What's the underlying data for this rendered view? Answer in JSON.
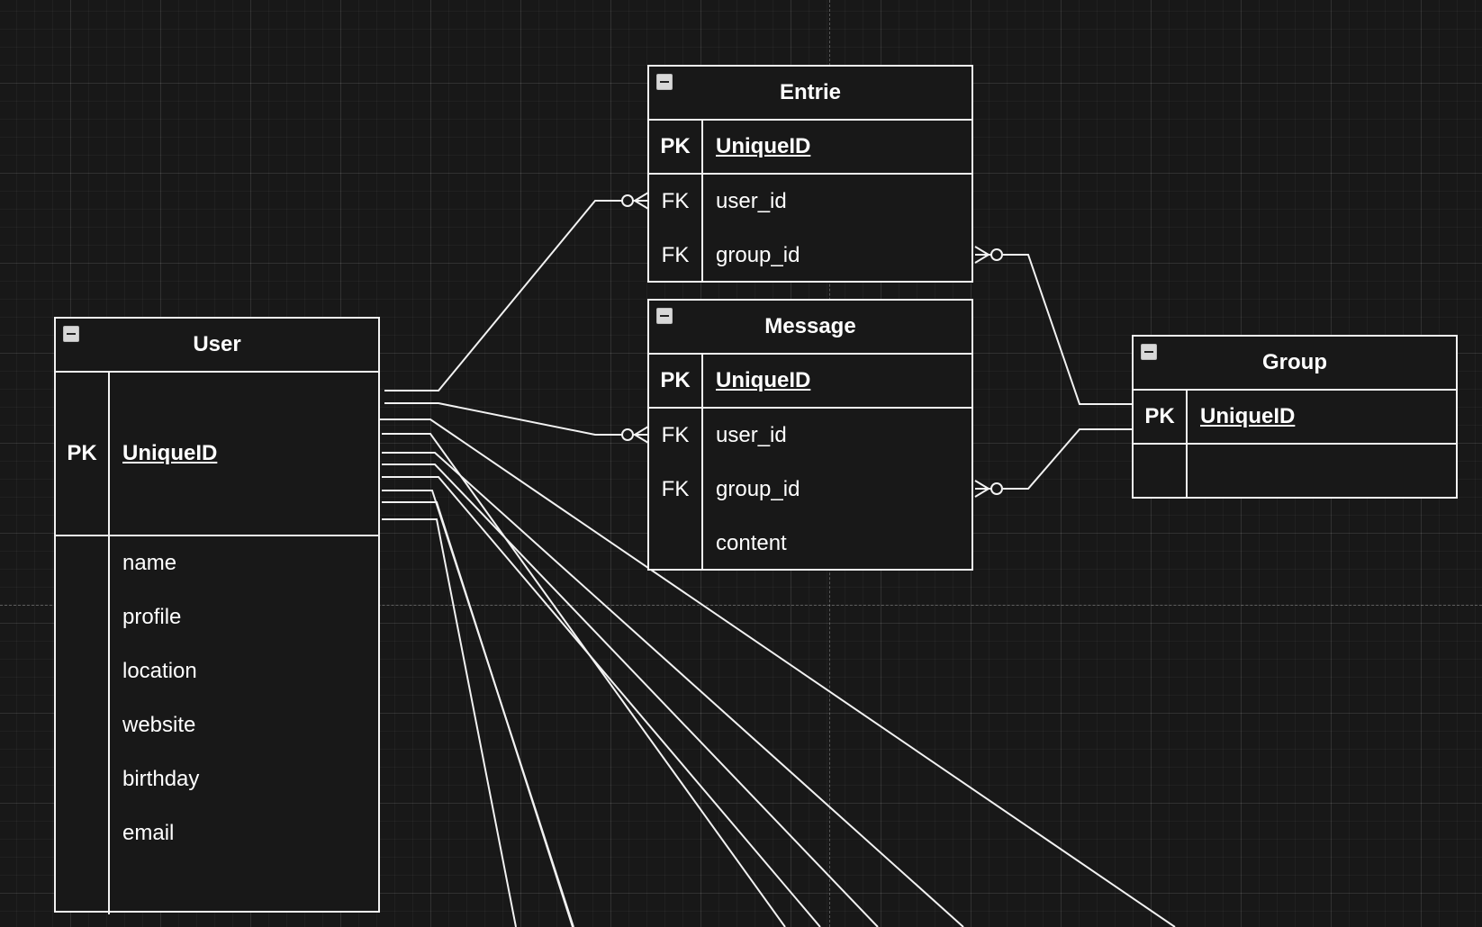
{
  "diagram": {
    "entities": {
      "user": {
        "title": "User",
        "pk_key": "PK",
        "pk_field": "UniqueID",
        "attributes": [
          "name",
          "profile",
          "location",
          "website",
          "birthday",
          "email"
        ]
      },
      "entrie": {
        "title": "Entrie",
        "rows": [
          {
            "key": "PK",
            "field": "UniqueID"
          },
          {
            "key": "FK",
            "field": "user_id"
          },
          {
            "key": "FK",
            "field": "group_id"
          }
        ]
      },
      "message": {
        "title": "Message",
        "rows": [
          {
            "key": "PK",
            "field": "UniqueID"
          },
          {
            "key": "FK",
            "field": "user_id"
          },
          {
            "key": "FK",
            "field": "group_id"
          },
          {
            "key": "",
            "field": "content"
          }
        ]
      },
      "group": {
        "title": "Group",
        "rows": [
          {
            "key": "PK",
            "field": "UniqueID"
          },
          {
            "key": "",
            "field": ""
          }
        ]
      }
    },
    "relationships": [
      {
        "from": "User",
        "to": "Entrie.user_id",
        "notation": "zero-or-many"
      },
      {
        "from": "User",
        "to": "Message.user_id",
        "notation": "zero-or-many"
      },
      {
        "from": "Group",
        "to": "Entrie.group_id",
        "notation": "zero-or-many"
      },
      {
        "from": "Group",
        "to": "Message.group_id",
        "notation": "zero-or-many"
      }
    ],
    "colors": {
      "background": "#181818",
      "stroke": "#f2f2f2",
      "text": "#ffffff"
    }
  }
}
